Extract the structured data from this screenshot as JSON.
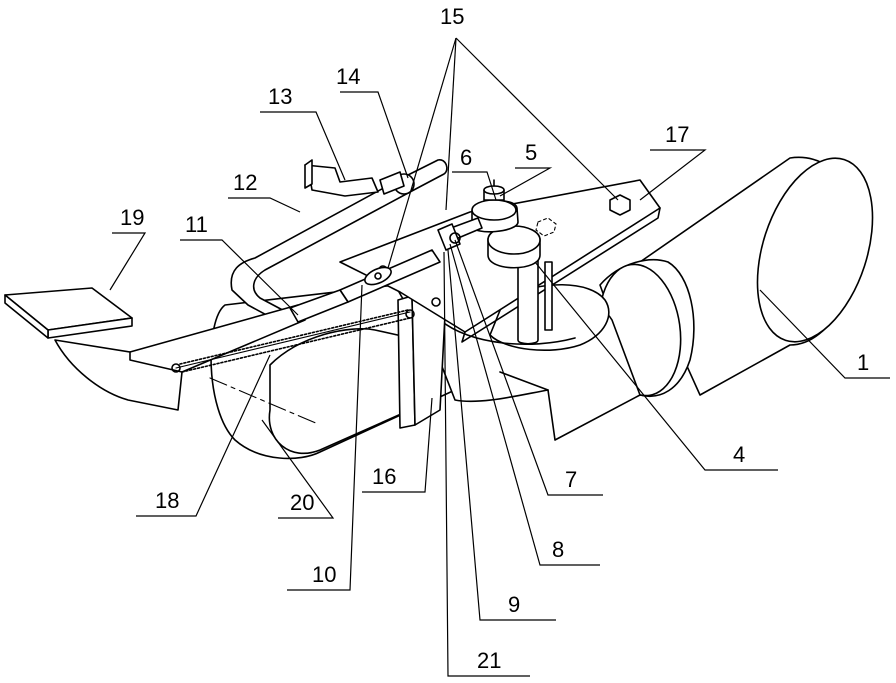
{
  "labels": {
    "l1": "1",
    "l4": "4",
    "l5": "5",
    "l6": "6",
    "l7": "7",
    "l8": "8",
    "l9": "9",
    "l10": "10",
    "l11": "11",
    "l12": "12",
    "l13": "13",
    "l14": "14",
    "l15": "15",
    "l16": "16",
    "l17": "17",
    "l18": "18",
    "l19": "19",
    "l20": "20",
    "l21": "21"
  }
}
